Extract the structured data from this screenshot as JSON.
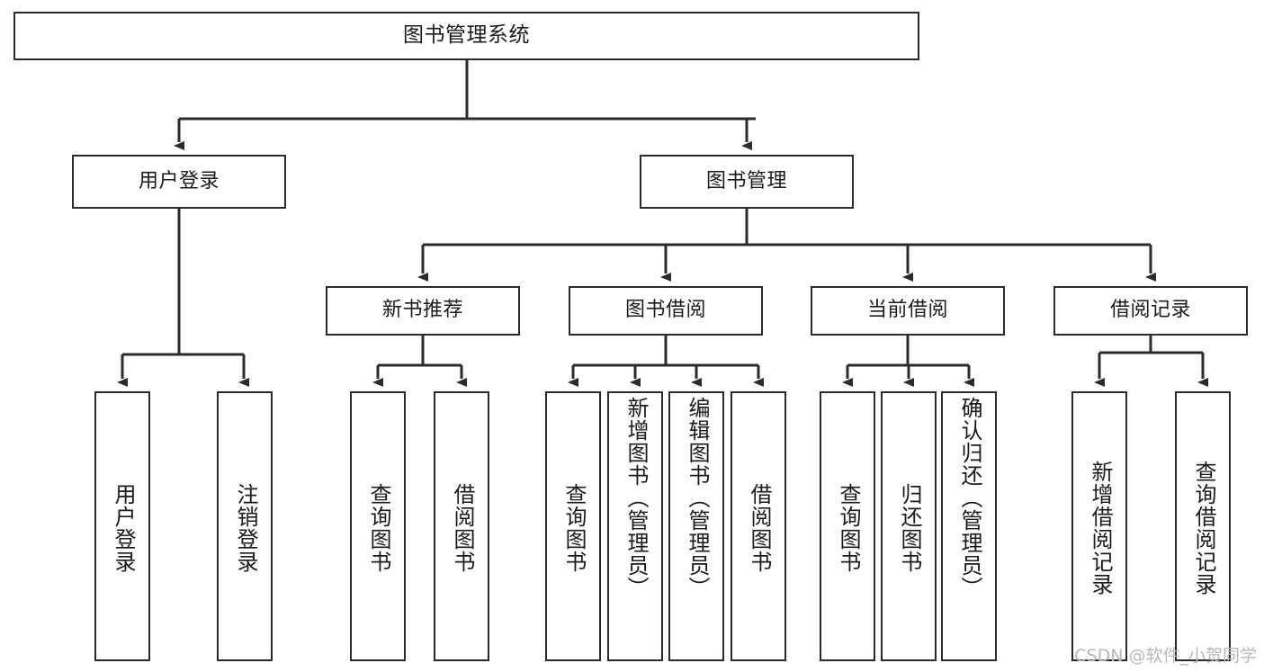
{
  "diagram": {
    "title": "图书管理系统",
    "type": "tree",
    "orientation": "top-down",
    "root": {
      "id": "root",
      "label": "图书管理系统"
    },
    "level1": [
      {
        "id": "user-login",
        "label": "用户登录"
      },
      {
        "id": "book-management",
        "label": "图书管理"
      }
    ],
    "level2": [
      {
        "id": "new-book-recommend",
        "label": "新书推荐",
        "parent": "book-management"
      },
      {
        "id": "book-borrow",
        "label": "图书借阅",
        "parent": "book-management"
      },
      {
        "id": "current-borrow",
        "label": "当前借阅",
        "parent": "book-management"
      },
      {
        "id": "borrow-record",
        "label": "借阅记录",
        "parent": "book-management"
      }
    ],
    "leaves": [
      {
        "id": "leaf-user-login",
        "label": "用户登录",
        "parent": "user-login"
      },
      {
        "id": "leaf-logout-login",
        "label": "注销登录",
        "parent": "user-login"
      },
      {
        "id": "leaf-query-book-1",
        "label": "查询图书",
        "parent": "new-book-recommend"
      },
      {
        "id": "leaf-borrow-book-1",
        "label": "借阅图书",
        "parent": "new-book-recommend"
      },
      {
        "id": "leaf-query-book-2",
        "label": "查询图书",
        "parent": "book-borrow"
      },
      {
        "id": "leaf-add-book",
        "label": "新增图书（管理员）",
        "parent": "book-borrow"
      },
      {
        "id": "leaf-edit-book",
        "label": "编辑图书（管理员）",
        "parent": "book-borrow"
      },
      {
        "id": "leaf-borrow-book-2",
        "label": "借阅图书",
        "parent": "book-borrow"
      },
      {
        "id": "leaf-query-book-3",
        "label": "查询图书",
        "parent": "current-borrow"
      },
      {
        "id": "leaf-return-book",
        "label": "归还图书",
        "parent": "current-borrow"
      },
      {
        "id": "leaf-confirm-return",
        "label": "确认归还（管理员）",
        "parent": "current-borrow"
      },
      {
        "id": "leaf-add-record",
        "label": "新增借阅记录",
        "parent": "borrow-record"
      },
      {
        "id": "leaf-query-record",
        "label": "查询借阅记录",
        "parent": "borrow-record"
      }
    ]
  },
  "watermark": {
    "text": "CSDN @软件_小贺同学"
  },
  "colors": {
    "stroke": "#2b2b2b",
    "box_fill": "#ffffff",
    "text": "#1b1b1b",
    "background": "#ffffff",
    "watermark": "#b9b9b9"
  }
}
